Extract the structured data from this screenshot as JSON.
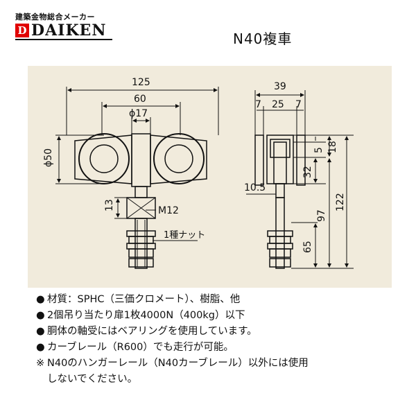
{
  "brand": {
    "tagline": "建築金物総合メーカー",
    "mark": "D",
    "name": "DAIKEN"
  },
  "title": "N40複車",
  "diagram": {
    "front": {
      "width_total": "125",
      "wheel_pitch": "60",
      "shaft_dia": "ϕ17",
      "wheel_dia": "ϕ50",
      "nut_height": "13",
      "bolt": "M12",
      "nut_label": "1種ナット"
    },
    "side": {
      "width_total": "39",
      "seg1": "7",
      "seg2": "25",
      "seg3": "7",
      "h5": "5",
      "h18": "18",
      "h32": "32",
      "offset": "10.5",
      "h97": "97",
      "h65": "65",
      "h122": "122"
    }
  },
  "notes": [
    {
      "bullet": "●",
      "text": "材質：SPHC（三価クロメート）、樹脂、他"
    },
    {
      "bullet": "●",
      "text": "2個吊り当たり扉1枚4000N（400kg）以下"
    },
    {
      "bullet": "●",
      "text": "胴体の軸受にはベアリングを使用しています。"
    },
    {
      "bullet": "●",
      "text": "カーブレール（R600）でも走行が可能。"
    },
    {
      "bullet": "※",
      "text": "N40のハンガーレール（N40カーブレール）以外には使用"
    }
  ],
  "notes_cont": "しないでください。"
}
